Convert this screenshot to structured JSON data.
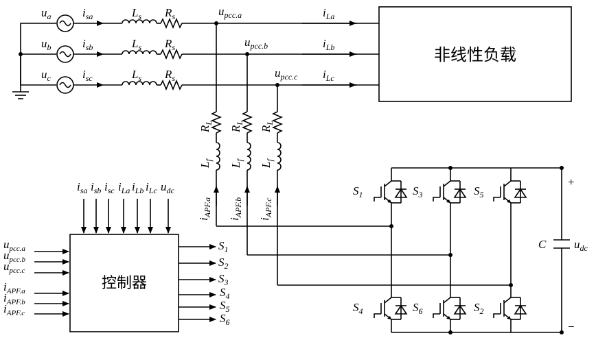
{
  "sources": [
    {
      "v_main": "u",
      "v_sub": "a",
      "i_main": "i",
      "i_sub": "sa"
    },
    {
      "v_main": "u",
      "v_sub": "b",
      "i_main": "i",
      "i_sub": "sb"
    },
    {
      "v_main": "u",
      "v_sub": "c",
      "i_main": "i",
      "i_sub": "sc"
    }
  ],
  "line_inductor": {
    "main": "L",
    "sub": "s"
  },
  "line_resistor": {
    "main": "R",
    "sub": "s"
  },
  "pcc": [
    {
      "main": "u",
      "sub": "pcc.a"
    },
    {
      "main": "u",
      "sub": "pcc.b"
    },
    {
      "main": "u",
      "sub": "pcc.c"
    }
  ],
  "load_currents": [
    {
      "main": "i",
      "sub": "La"
    },
    {
      "main": "i",
      "sub": "Lb"
    },
    {
      "main": "i",
      "sub": "Lc"
    }
  ],
  "load_label": "非线性负载",
  "filter_resistor": {
    "main": "R",
    "sub": "L"
  },
  "filter_inductor": {
    "main": "L",
    "sub": "f"
  },
  "apf_currents": [
    {
      "main": "i",
      "sub": "APF.a"
    },
    {
      "main": "i",
      "sub": "APF.b"
    },
    {
      "main": "i",
      "sub": "APF.c"
    }
  ],
  "controller_label": "控制器",
  "controller_top_inputs": [
    {
      "main": "i",
      "sub": "sa"
    },
    {
      "main": "i",
      "sub": "sb"
    },
    {
      "main": "i",
      "sub": "sc"
    },
    {
      "main": "i",
      "sub": "La"
    },
    {
      "main": "i",
      "sub": "Lb"
    },
    {
      "main": "i",
      "sub": "Lc"
    },
    {
      "main": "u",
      "sub": "dc"
    }
  ],
  "controller_left_inputs": [
    {
      "main": "u",
      "sub": "pcc.a"
    },
    {
      "main": "u",
      "sub": "pcc.b"
    },
    {
      "main": "u",
      "sub": "pcc.c"
    },
    {
      "main": "i",
      "sub": "APF.a"
    },
    {
      "main": "i",
      "sub": "APF.b"
    },
    {
      "main": "i",
      "sub": "APF.c"
    }
  ],
  "controller_outputs": [
    {
      "main": "S",
      "sub": "1"
    },
    {
      "main": "S",
      "sub": "2"
    },
    {
      "main": "S",
      "sub": "3"
    },
    {
      "main": "S",
      "sub": "4"
    },
    {
      "main": "S",
      "sub": "5"
    },
    {
      "main": "S",
      "sub": "6"
    }
  ],
  "switches_top": [
    {
      "main": "S",
      "sub": "1"
    },
    {
      "main": "S",
      "sub": "3"
    },
    {
      "main": "S",
      "sub": "5"
    }
  ],
  "switches_bottom": [
    {
      "main": "S",
      "sub": "4"
    },
    {
      "main": "S",
      "sub": "6"
    },
    {
      "main": "S",
      "sub": "2"
    }
  ],
  "capacitor": {
    "label": "C",
    "v_main": "u",
    "v_sub": "dc",
    "plus": "+",
    "minus": "−"
  }
}
